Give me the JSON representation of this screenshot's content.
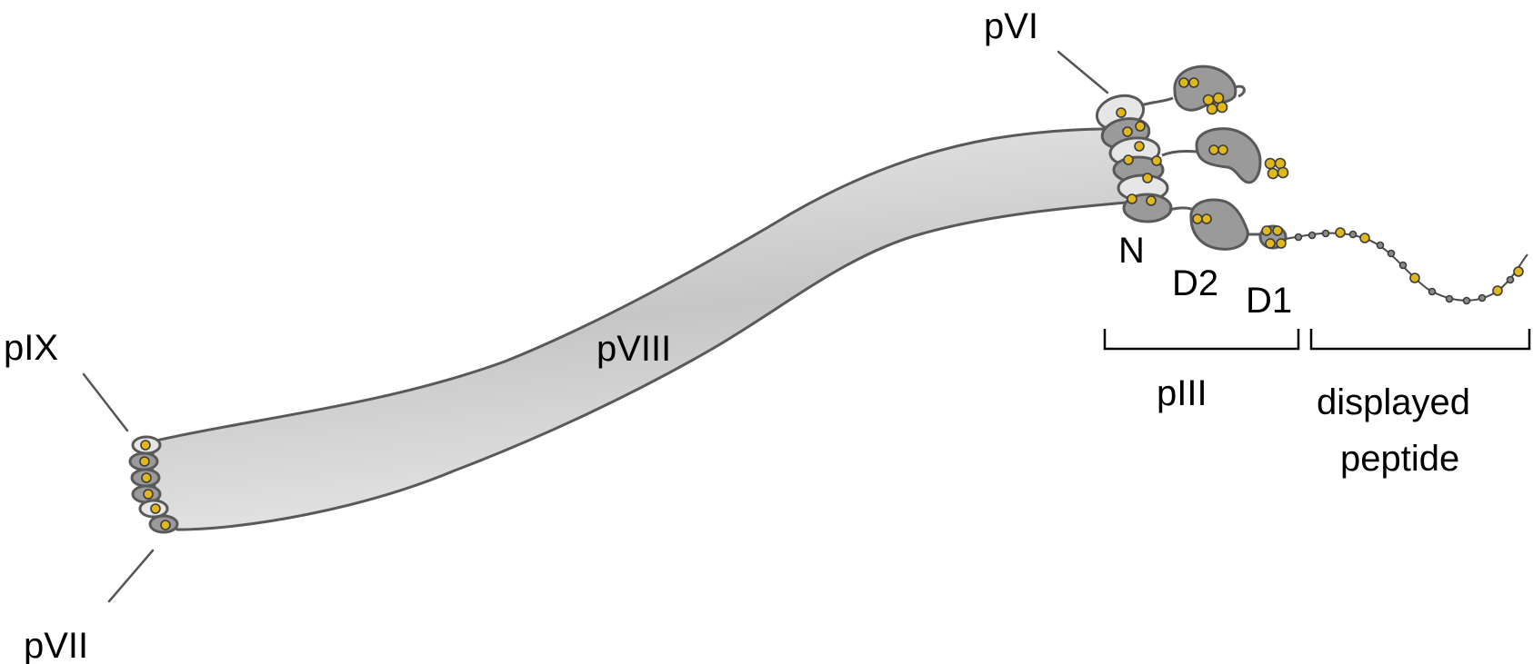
{
  "labels": {
    "pVI": "pVI",
    "pIX": "pIX",
    "pVII": "pVII",
    "pVIII": "pVIII",
    "N": "N",
    "D2": "D2",
    "D1": "D1",
    "pIII": "pIII",
    "displayed_line1": "displayed",
    "displayed_line2": "peptide"
  },
  "colors": {
    "body_fill": "#e3e3e3",
    "body_shadow": "#c4c4c4",
    "outline": "#5a5a5a",
    "protein_dark": "#9a9a9a",
    "protein_light": "#e6e6e6",
    "residue_gold": "#e0b81c",
    "peptide_small": "#8a8a8a"
  }
}
